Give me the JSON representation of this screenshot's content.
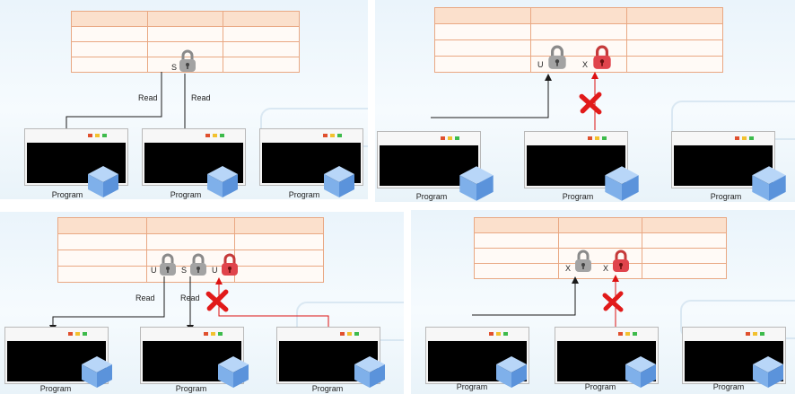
{
  "program_label": "Program",
  "read_label": "Read",
  "lock_labels": {
    "S": "S",
    "U": "U",
    "X": "X"
  },
  "colors": {
    "gray_lock": "#9a9a9a",
    "red_lock": "#e0444c",
    "table_border": "#e9a883",
    "table_header": "#fbe0cc",
    "arrow_dark": "#1a1a1a",
    "arrow_red": "#dd1111",
    "cube": "#7fb0ea"
  },
  "panels": [
    {
      "id": "top-left",
      "locks": [
        {
          "label": "S",
          "type": "gray"
        }
      ],
      "blocked": false
    },
    {
      "id": "top-right",
      "locks": [
        {
          "label": "U",
          "type": "gray"
        },
        {
          "label": "X",
          "type": "red"
        }
      ],
      "blocked": true
    },
    {
      "id": "bottom-left",
      "locks": [
        {
          "label": "U",
          "type": "gray"
        },
        {
          "label": "S",
          "type": "gray"
        },
        {
          "label": "U",
          "type": "red"
        }
      ],
      "blocked": true
    },
    {
      "id": "bottom-right",
      "locks": [
        {
          "label": "X",
          "type": "gray"
        },
        {
          "label": "X",
          "type": "red"
        }
      ],
      "blocked": true
    }
  ]
}
